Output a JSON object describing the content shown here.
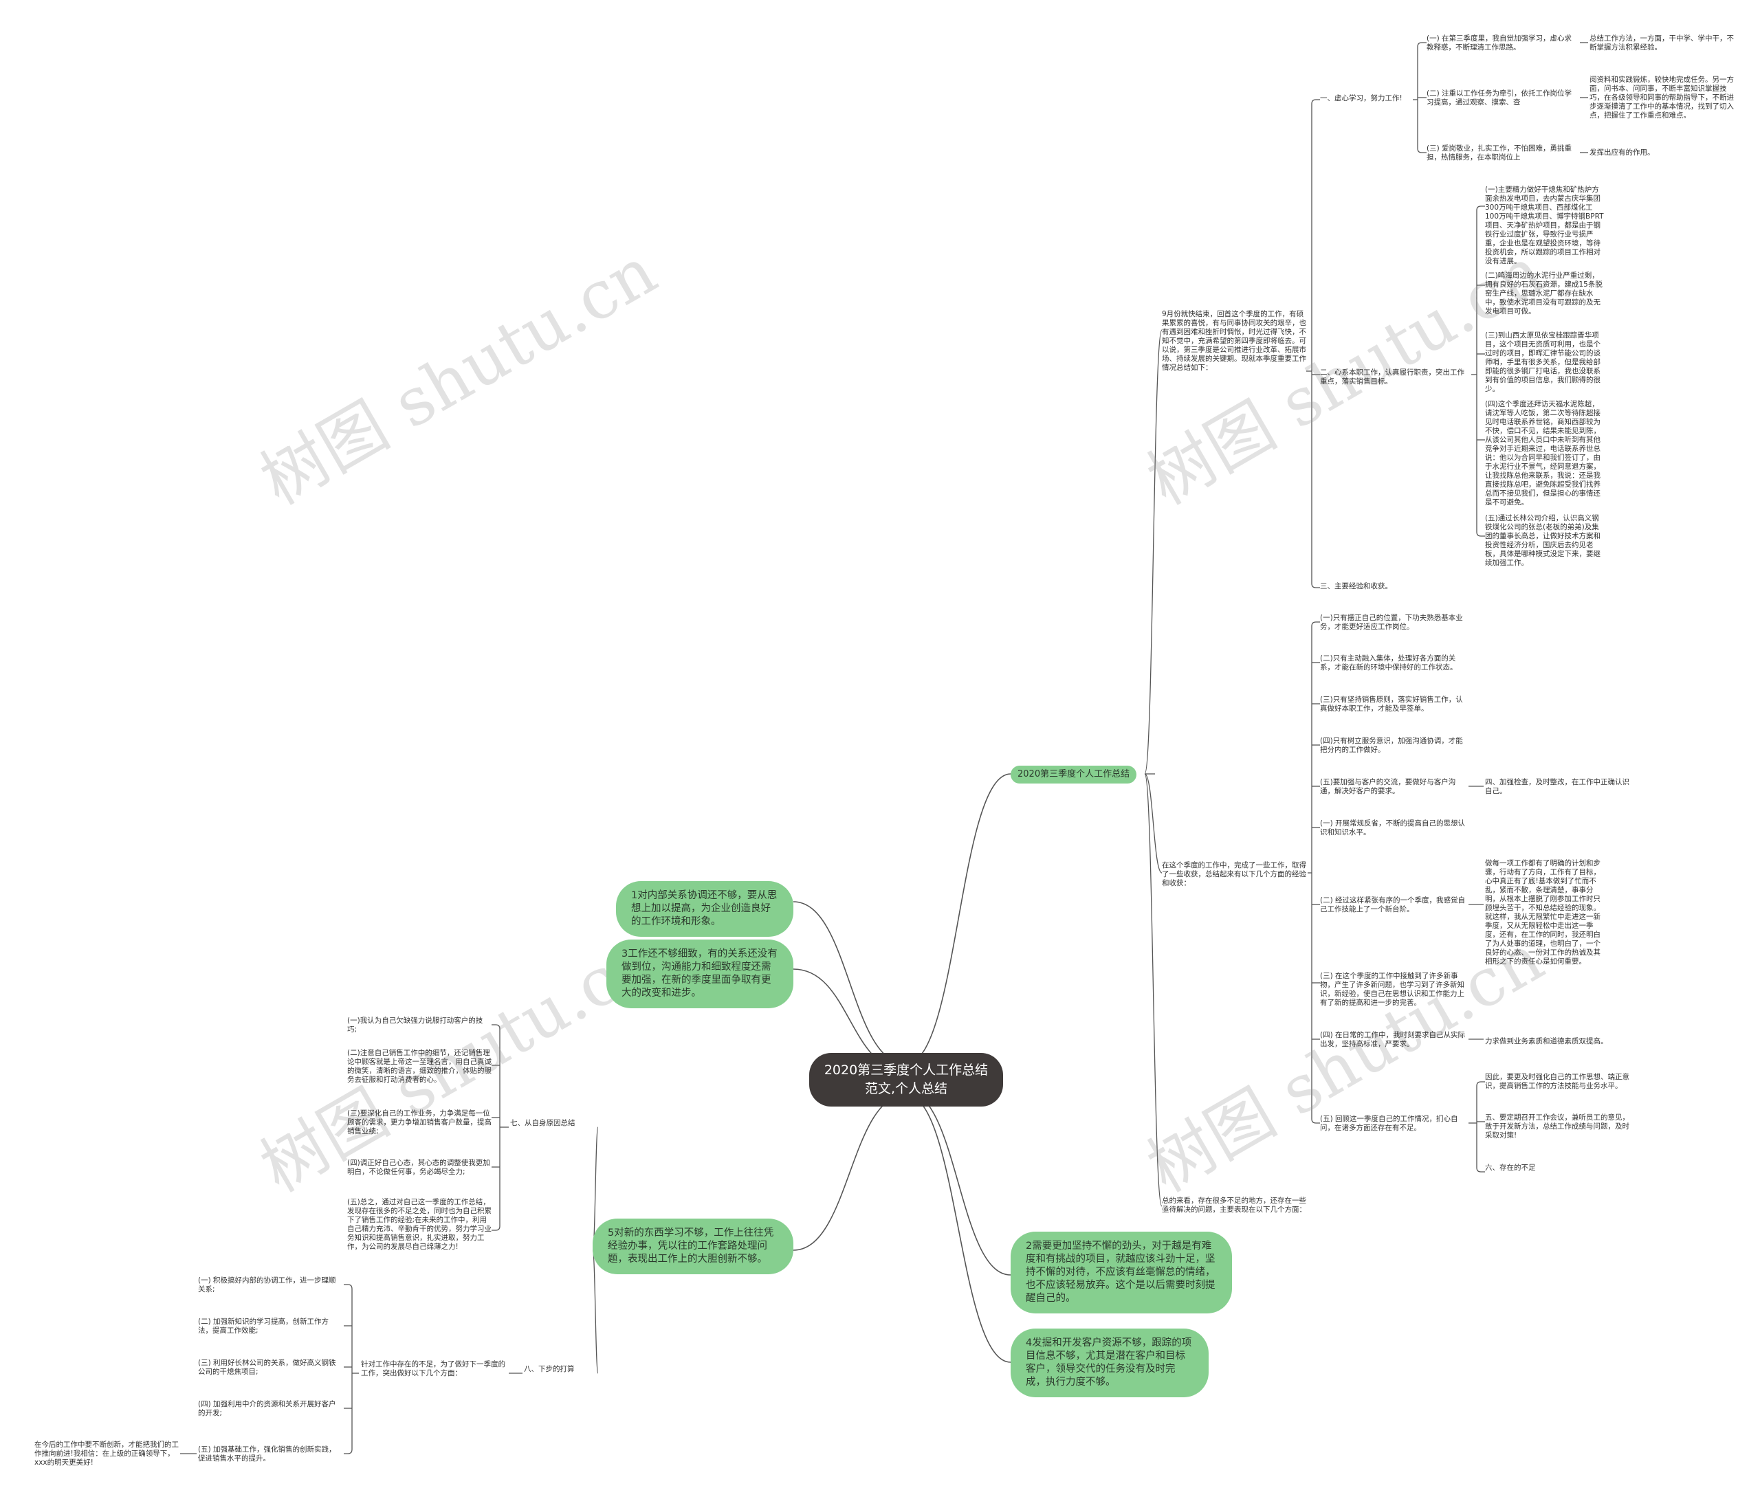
{
  "root": {
    "title": "2020第三季度个人工作总结范文,个人总结"
  },
  "watermark": "树图 shutu.cn",
  "colors": {
    "root_bg": "#3f3a39",
    "node_green": "#86cf8f",
    "line": "#555555"
  },
  "right": {
    "main": "2020第三季度个人工作总结",
    "intro": "9月份就快结束，回首这个季度的工作，有硕果累累的喜悦，有与同事协同攻关的艰辛，也有遇到困难和挫折时惆怅，时光过得飞快，不知不觉中，充满希望的第四季度即将临去。可以说，第三季度是公司推进行业改革、拓展市场、持续发展的关键期。现就本季度重要工作情况总结如下：",
    "s1_title": "一、虚心学习，努力工作!",
    "s1_1": "(一) 在第三季度里，我自觉加强学习，虚心求教释惑，不断理清工作思路。",
    "s1_1a": "总结工作方法，一方面，干中学、学中干，不断掌握方法积累经验。",
    "s1_2": "(二) 注重以工作任务为牵引，依托工作岗位学习提高，通过观察、摸索、查",
    "s1_2a": "阅资料和实践锻炼，较快地完成任务。另一方面，问书本、问同事，不断丰富知识掌握技巧，在各级领导和同事的帮助指导下，不断进步逐渐摸清了工作中的基本情况，找到了切入点，把握住了工作重点和难点。",
    "s1_3": "(三) 爱岗敬业，扎实工作，不怕困难，勇挑重担，热情服务，在本职岗位上",
    "s1_3a": "发挥出应有的作用。",
    "s2_title": "二、心系本职工作，认真履行职责，突出工作重点，落实销售目标。",
    "s2_1": "(一)主要精力做好干熄焦和矿热炉方面余热发电项目，去内蒙古庆华集团300万吨干熄焦项目、西部煤化工100万吨干熄焦项目、博宇特钢BPRT项目、天净矿热炉项目，都是由于钢铁行业过度扩张，导致行业亏损严重，企业也是在观望投资环境，等待投资机会，所以跟踪的项目工作相对没有进展。",
    "s2_2": "(二)鸣海周边的水泥行业严重过剩，拥有良好的石灰石资源，建成15条脱窑生产线，思璐水泥厂都存在缺水中，致使水泥项目没有可跟踪的及无发电项目可做。",
    "s2_3": "(三)到山西太原见依宝桂跟踪晋华项目，这个项目无资质可利用，也是个过时的项目，即晖汇律节能公司的谈师哨，手里有很多关系，但是我给部即能的很多钢厂打电话，我也没联系到有价值的项目信息，我们顾得的很少。",
    "s2_4": "(四)这个季度还拜访天福水泥陈超，请沈军等人吃饭，第二次等待陈超接见时电话联系养世铭，商知西部较为不快，偿口不见，结果未能见到陈，从该公司其他人员口中未听到有其他竞争对手近期来过，电话联系养世总说：他以为合同早和我们签订了，由于水泥行业不景气，经同意退方案，让我找陈总他来联系，我说：还是我直接找陈总吧，避免陈超受我们找养总而不接见我们，但是担心的事情还是不可避免。",
    "s2_5": "(五)通过长林公司介绍，认识高义钢铁煤化公司的张总(老板的弟弟)及集团的董事长高总，让做好技术方案和投资性经济分析，国庆后去约见老板，具体是哪种模式没定下来，要继续加强工作。",
    "s3_title": "三、主要经验和收获。",
    "summary": "在这个季度的工作中，完成了一些工作，取得了一些收获，总结起来有以下几个方面的经验和收获：",
    "g1": "(一)只有摆正自己的位置，下功夫熟悉基本业务，才能更好适应工作岗位。",
    "g2": "(二)只有主动融入集体，处理好各方面的关系，才能在新的环境中保持好的工作状态。",
    "g3": "(三)只有坚持销售原则，落实好销售工作，认真做好本职工作，才能及早签单。",
    "g4": "(四)只有树立服务意识，加强沟通协调，才能把分内的工作做好。",
    "g5": "(五)要加强与客户的交流，要做好与客户沟通，解决好客户的要求。",
    "g5a": "四、加强检查，及时整改，在工作中正确认识自己。",
    "g6": "(一) 开展常规反省，不断的提高自己的思想认识和知识水平。",
    "g7": "(二) 经过这样紧张有序的一个季度，我感觉自己工作技能上了一个新台阶。",
    "g7a": "做每一项工作都有了明确的计划和步骤，行动有了方向，工作有了目标，心中真正有了底!基本做到了忙而不乱，紧而不散，条理清楚，事事分明，从根本上摆脱了刚参加工作时只顾埋头苦干，不知总结经验的现象。就这样，我从无限繁忙中走进这一新季度，又从无限轻松中走出这一季度，还有，在工作的同时，我还明白了为人处事的道理，也明白了，一个良好的心态、一份对工作的热诚及其相形之下的责任心是如何重要。",
    "g8": "(三) 在这个季度的工作中接触到了许多新事物，产生了许多新问题，也学习到了许多新知识，新经验，使自己在思想认识和工作能力上有了新的提高和进一步的完善。",
    "g9": "(四) 在日常的工作中，我时刻要求自己从实际出发，坚持高标准，严要求。",
    "g9a": "力求做到业务素质和道德素质双提高。",
    "g10": "(五) 回顾这一季度自己的工作情况，扪心自问，在诸多方面还存在有不足。",
    "g10a": "因此，要更及时强化自己的工作思想、端正意识，提高销售工作的方法技能与业务水平。",
    "g10b": "五、要定期召开工作会议，兼听员工的意见，敢于开发新方法，总结工作成绩与问题，及时采取对策!",
    "g10c": "六、存在的不足",
    "outro": "总的来看，存在很多不足的地方，还存在一些亟待解决的问题，主要表现在以下几个方面："
  },
  "pills": {
    "p1": "1对内部关系协调还不够，要从思想上加以提高，为企业创造良好的工作环境和形象。",
    "p3": "3工作还不够细致，有的关系还没有做到位，沟通能力和细致程度还需要加强，在新的季度里面争取有更大的改变和进步。",
    "p5": "5对新的东西学习不够，工作上往往凭经验办事，凭以往的工作套路处理问题，表现出工作上的大胆创新不够。",
    "p2": "2需要更加坚持不懈的劲头，对于越是有难度和有挑战的项目，就越应该斗劲十足，坚持不懈的对待，不应该有丝毫懈怠的情绪，也不应该轻易放弃。这个是以后需要时刻提醒自己的。",
    "p4": "4发掘和开发客户资源不够，跟踪的项目信息不够，尤其是潜在客户和目标客户，领导交代的任务没有及时完成，执行力度不够。"
  },
  "left": {
    "seven_title": "七、从自身原因总结",
    "seven_1": "(一)我认为自己欠缺强力说服打动客户的技巧;",
    "seven_2": "(二)注意自己销售工作中的细节，还记销售理论中顾客就是上帝这一至理名言，用自己真诚的微笑，清晰的语言，细致的推介，体贴的服务去征服和打动消费者的心。",
    "seven_3": "(三)要深化自己的工作业务，力争满足每一位顾客的需求，更力争增加销售客户数量，提高销售业绩;",
    "seven_4": "(四)调正好自己心态，其心态的调整使我更加明白，不论做任何事，务必竭尽全力;",
    "seven_5": "(五)总之，通过对自己这一季度的工作总结，发现存在很多的不足之处，同时也为自己积累下了销售工作的经验;在未来的工作中，利用自己精力充沛、辛勤肯干的优势，努力学习业务知识和提高销售意识，扎实进取，努力工作，为公司的发展尽自己绵薄之力!",
    "eight_title": "八、下步的打算",
    "eight_mid": "针对工作中存在的不足，为了做好下一季度的工作，突出做好以下几个方面：",
    "eight_1": "(一) 积极搞好内部的协调工作，进一步理顺关系;",
    "eight_2": "(二) 加强新知识的学习提高，创新工作方法，提高工作效能;",
    "eight_3": "(三) 利用好长林公司的关系，做好高义钢铁公司的干熄焦项目;",
    "eight_4": "(四) 加强利用中介的资源和关系开展好客户的开发;",
    "eight_5": "(五) 加强基础工作，强化销售的创新实践，促进销售水平的提升。",
    "final": "在今后的工作中要不断创新，才能把我们的工作推向前进!我相信：在上级的正确领导下，xxx的明天更美好!"
  }
}
